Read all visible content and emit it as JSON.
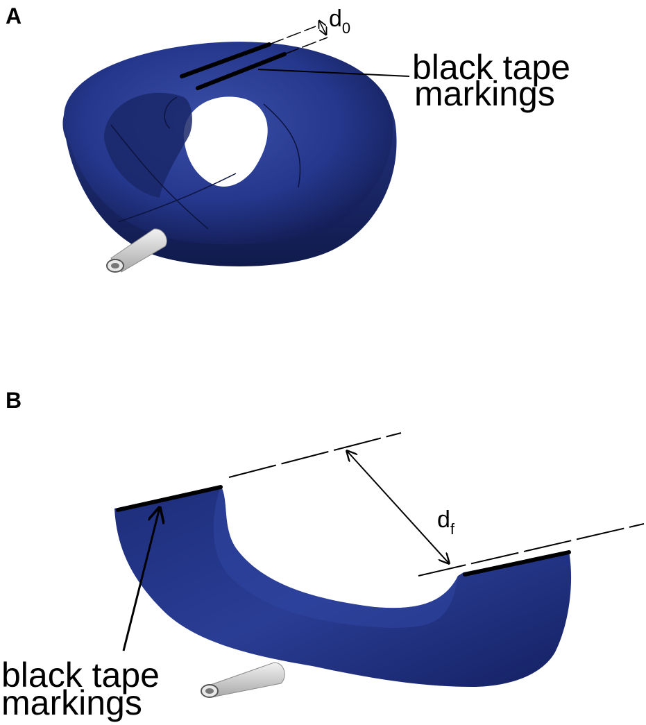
{
  "panel_a": {
    "letter": "A",
    "dimension_symbol": "d",
    "dimension_subscript": "0",
    "label_line1": "black tape",
    "label_line2": "markings"
  },
  "panel_b": {
    "letter": "B",
    "dimension_symbol": "d",
    "dimension_subscript": "f",
    "label_line1": "black tape",
    "label_line2": "markings"
  },
  "colors": {
    "device_blue": "#1e2f7e",
    "device_blue_dark": "#121c52",
    "device_blue_light": "#3b4fa8",
    "tape": "#000000",
    "valve": "#d0d0d0"
  }
}
